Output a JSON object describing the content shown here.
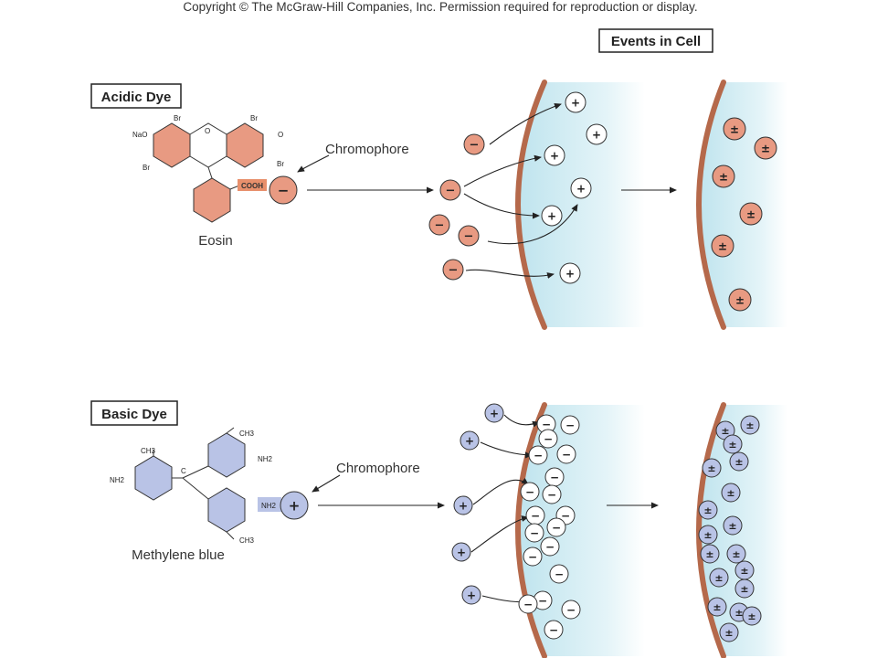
{
  "copyright": "Copyright © The McGraw-Hill Companies, Inc. Permission required for reproduction or display.",
  "events_header": "Events in Cell",
  "acidic": {
    "label": "Acidic Dye",
    "compound": "Eosin",
    "chromophore_label": "Chromophore",
    "group": "COOH",
    "atoms": [
      "NaO",
      "Br",
      "Br",
      "O",
      "Br",
      "Br",
      "O"
    ],
    "dye_charge": "−",
    "cell_charge": "+",
    "stained_charge": "±",
    "color": "#e89a82"
  },
  "basic": {
    "label": "Basic Dye",
    "compound": "Methylene blue",
    "chromophore_label": "Chromophore",
    "group": "NH2",
    "atoms": [
      "CH3",
      "NH2",
      "CH3",
      "NH2",
      "CH3",
      "C"
    ],
    "dye_charge": "+",
    "cell_charge": "−",
    "stained_charge": "±",
    "color": "#b9c3e6"
  },
  "colors": {
    "membrane": "#b5694b",
    "cytoplasm": "#d9f0f5",
    "acid_bubble": "#e89a82",
    "base_bubble": "#b9c3e6",
    "cell_bubble": "#ffffff"
  }
}
